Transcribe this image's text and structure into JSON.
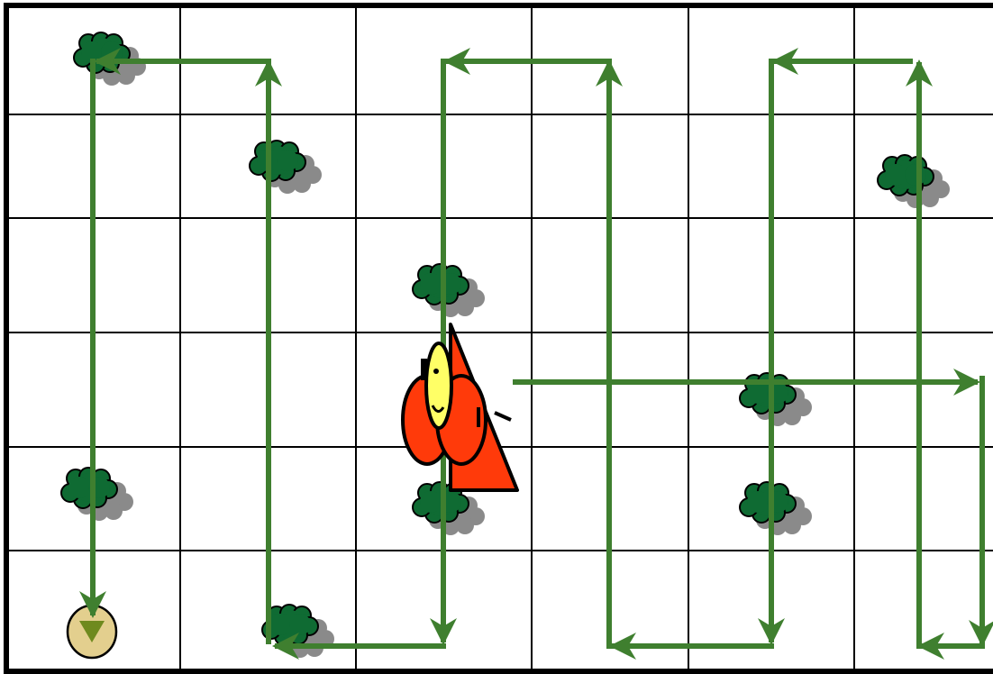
{
  "diagram": {
    "grid": {
      "columns": 6,
      "rows": 6,
      "line_color": "#000000"
    },
    "colors": {
      "path": "#3f7f2f",
      "bush": "#0f6b33",
      "bush_shadow": "#8a8a8a",
      "person_body": "#ff3a0a",
      "person_face": "#ffff66",
      "goal": "#e3cf8e",
      "goal_arrow": "#6f8a1e"
    },
    "icons": [
      "bush-icon",
      "person-icon",
      "goal-icon"
    ],
    "bushes": [
      {
        "id": "bush-1",
        "cell": [
          0,
          0
        ]
      },
      {
        "id": "bush-2",
        "cell": [
          1,
          1
        ]
      },
      {
        "id": "bush-3",
        "cell": [
          2,
          2
        ]
      },
      {
        "id": "bush-4",
        "cell": [
          5,
          1
        ]
      },
      {
        "id": "bush-5",
        "cell": [
          4,
          3
        ]
      },
      {
        "id": "bush-6",
        "cell": [
          0,
          4
        ]
      },
      {
        "id": "bush-7",
        "cell": [
          2,
          4
        ]
      },
      {
        "id": "bush-8",
        "cell": [
          4,
          4
        ]
      },
      {
        "id": "bush-9",
        "cell": [
          1,
          5
        ]
      }
    ],
    "person_cell": [
      2,
      3
    ],
    "goal_cell": [
      0,
      5
    ]
  }
}
